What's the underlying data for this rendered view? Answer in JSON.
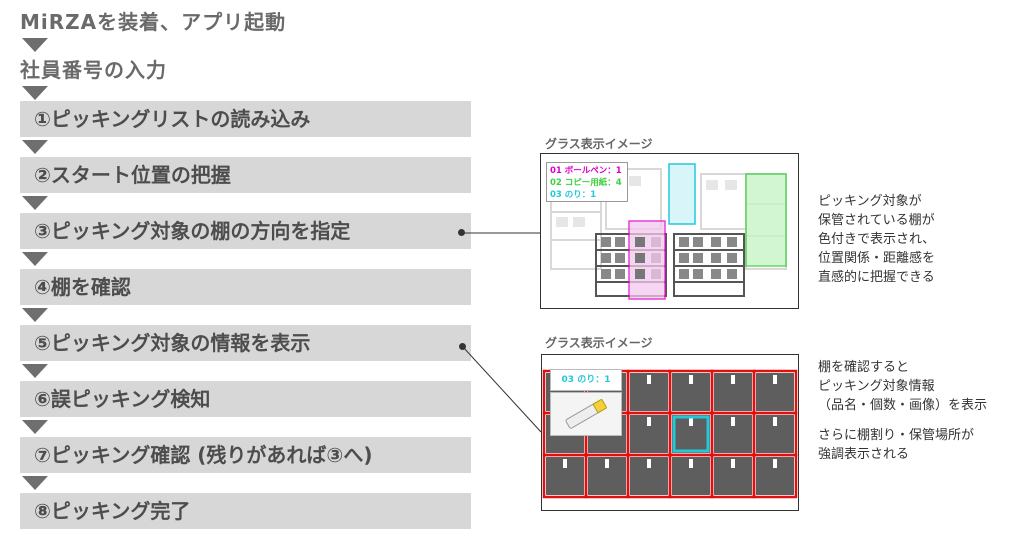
{
  "flow": {
    "intro": [
      "MiRZAを装着、アプリ起動",
      "社員番号の入力"
    ],
    "steps": [
      "①ピッキングリストの読み込み",
      "②スタート位置の把握",
      "③ピッキング対象の棚の方向を指定",
      "④棚を確認",
      "⑤ピッキング対象の情報を表示",
      "⑥誤ピッキング検知",
      "⑦ピッキング確認 (残りがあれば③へ)",
      "⑧ピッキング完了"
    ]
  },
  "panel1": {
    "caption": "グラス表示イメージ",
    "list": [
      "01 ボールペン：1",
      "02 コピー用紙：4",
      "03 のり：1"
    ],
    "note": "ピッキング対象が\n保管されている棚が\n色付きで表示され、\n位置関係・距離感を\n直感的に把握できる"
  },
  "panel2": {
    "caption": "グラス表示イメージ",
    "label": "03 のり：1",
    "note1": "棚を確認すると\nピッキング対象情報\n（品名・個数・画像）を表示",
    "note2": "さらに棚割り・保管場所が\n強調表示される"
  },
  "colors": {
    "step_bg": "#d7d7d7",
    "magenta": "#e000c8",
    "green": "#3fcf3f",
    "cyan": "#22c8d8",
    "red": "#e01010"
  }
}
